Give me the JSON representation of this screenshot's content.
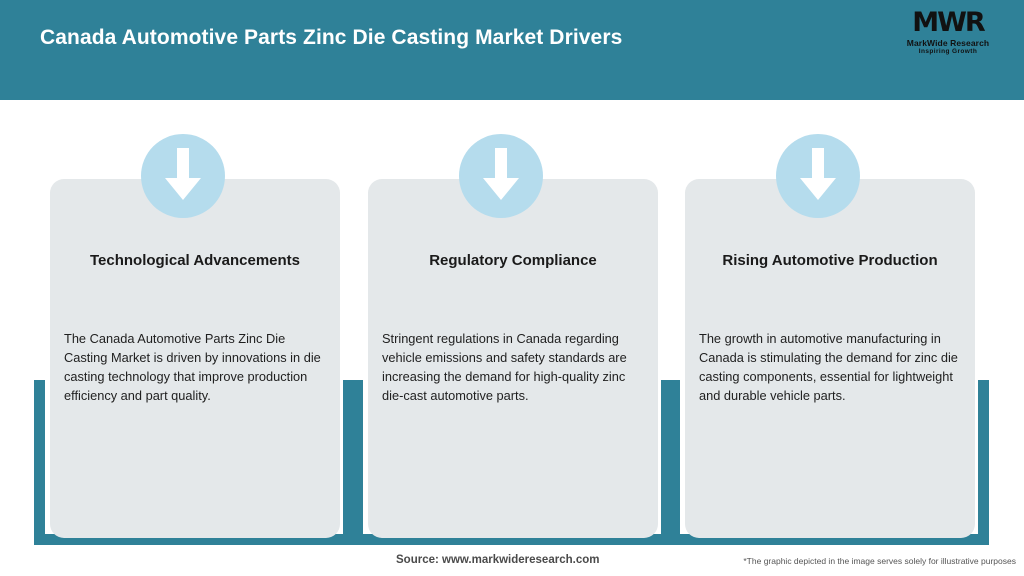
{
  "header": {
    "title": "Canada Automotive Parts Zinc Die Casting Market Drivers",
    "background_color": "#2f8198",
    "title_color": "#ffffff"
  },
  "logo": {
    "mark": "MWR",
    "name": "MarkWide Research",
    "tagline": "Inspiring Growth"
  },
  "theme": {
    "teal": "#2f8198",
    "card_bg": "#e4e8ea",
    "icon_circle": "#b5dced",
    "arrow": "#ffffff"
  },
  "cards": [
    {
      "icon": "arrow-down-icon",
      "title": "Technological Advancements",
      "body": "The Canada Automotive Parts Zinc Die Casting Market is driven by innovations in die casting technology that improve production efficiency and part quality."
    },
    {
      "icon": "arrow-down-icon",
      "title": "Regulatory Compliance",
      "body": "Stringent regulations in Canada regarding vehicle emissions and safety standards are increasing the demand for high-quality zinc die-cast automotive parts."
    },
    {
      "icon": "arrow-down-icon",
      "title": "Rising Automotive Production",
      "body": "The growth in automotive manufacturing in Canada is stimulating the demand for zinc die casting components, essential for lightweight and durable vehicle parts."
    }
  ],
  "footer": {
    "source": "Source: www.markwideresearch.com",
    "disclaimer": "*The graphic depicted in the image serves solely for illustrative purposes"
  }
}
